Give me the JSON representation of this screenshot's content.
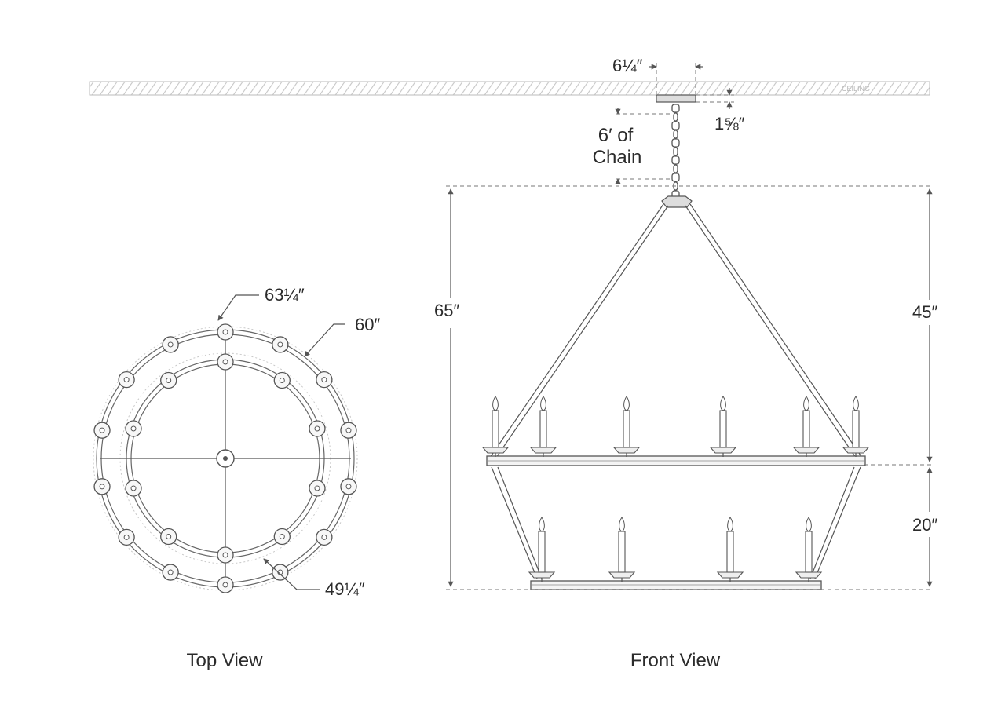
{
  "ceiling": {
    "label": "CEILING"
  },
  "top_view": {
    "caption": "Top View",
    "outer_diameter": "63¼″",
    "ring_diameter": "60″",
    "inner_diameter": "49¼″",
    "outer_ring_candles": 14,
    "inner_ring_candles": 10
  },
  "front_view": {
    "caption": "Front View",
    "canopy_width": "6¼″",
    "canopy_height": "1⅝″",
    "chain_line1": "6′ of",
    "chain_line2": "Chain",
    "overall_height": "65″",
    "upper_height": "45″",
    "lower_height": "20″",
    "upper_tier_candles": 6,
    "lower_tier_candles": 4
  },
  "colors": {
    "line": "#555555",
    "text": "#2b2b2b",
    "hatch": "#c4c4c4"
  }
}
